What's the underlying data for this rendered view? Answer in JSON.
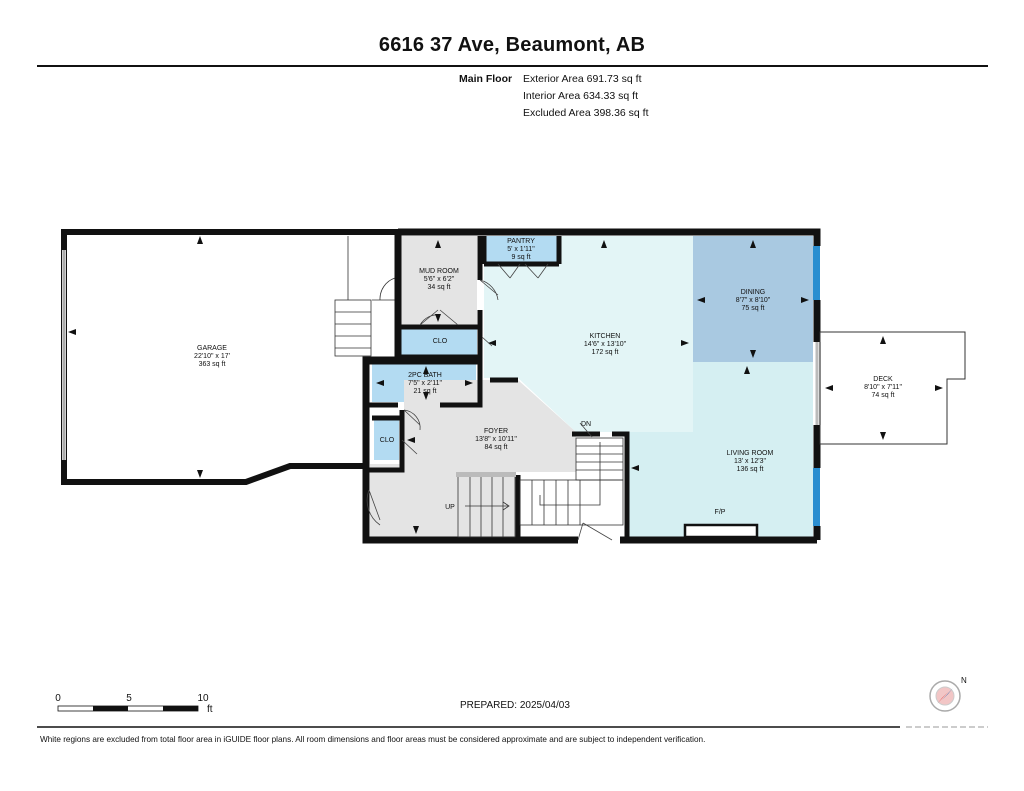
{
  "header": {
    "title": "6616 37 Ave, Beaumont, AB"
  },
  "floor": {
    "label": "Main Floor",
    "exterior_area": "Exterior Area 691.73 sq ft",
    "interior_area": "Interior Area 634.33 sq ft",
    "excluded_area": "Excluded Area 398.36 sq ft"
  },
  "rooms": {
    "garage": {
      "name": "GARAGE",
      "dims": "22'10\" x 17'",
      "area": "363 sq ft"
    },
    "mud_room": {
      "name": "MUD ROOM",
      "dims": "5'6\" x 6'2\"",
      "area": "34 sq ft"
    },
    "pantry": {
      "name": "PANTRY",
      "dims": "5' x 1'11\"",
      "area": "9 sq ft"
    },
    "kitchen": {
      "name": "KITCHEN",
      "dims": "14'6\" x 13'10\"",
      "area": "172 sq ft"
    },
    "dining": {
      "name": "DINING",
      "dims": "8'7\" x 8'10\"",
      "area": "75 sq ft"
    },
    "deck": {
      "name": "DECK",
      "dims": "8'10\" x 7'11\"",
      "area": "74 sq ft"
    },
    "bath": {
      "name": "2PC BATH",
      "dims": "7'5\" x 2'11\"",
      "area": "21 sq ft"
    },
    "foyer": {
      "name": "FOYER",
      "dims": "13'8\" x 10'11\"",
      "area": "84 sq ft"
    },
    "living": {
      "name": "LIVING ROOM",
      "dims": "13' x 12'3\"",
      "area": "136 sq ft"
    },
    "clo_1": {
      "name": "CLO"
    },
    "clo_2": {
      "name": "CLO"
    }
  },
  "labels": {
    "up": "UP",
    "down": "DN",
    "fireplace": "F/P"
  },
  "scale_bar": {
    "ticks": [
      "0",
      "5",
      "10"
    ],
    "unit": "ft"
  },
  "prepared": "PREPARED: 2025/04/03",
  "compass": {
    "icon": "compass-icon",
    "north": "N"
  },
  "footer": {
    "disclaimer": "White regions are excluded from total floor area in iGUIDE floor plans. All room dimensions and floor areas must be considered approximate and are subject to independent verification."
  },
  "colors": {
    "wall": "#111111",
    "kitchen": "#e3f5f6",
    "living": "#d5eff2",
    "dining": "#a9c9e1",
    "bath_closet": "#b3dbf2",
    "foyer": "#e4e4e4",
    "window": "#2a8ed0"
  }
}
